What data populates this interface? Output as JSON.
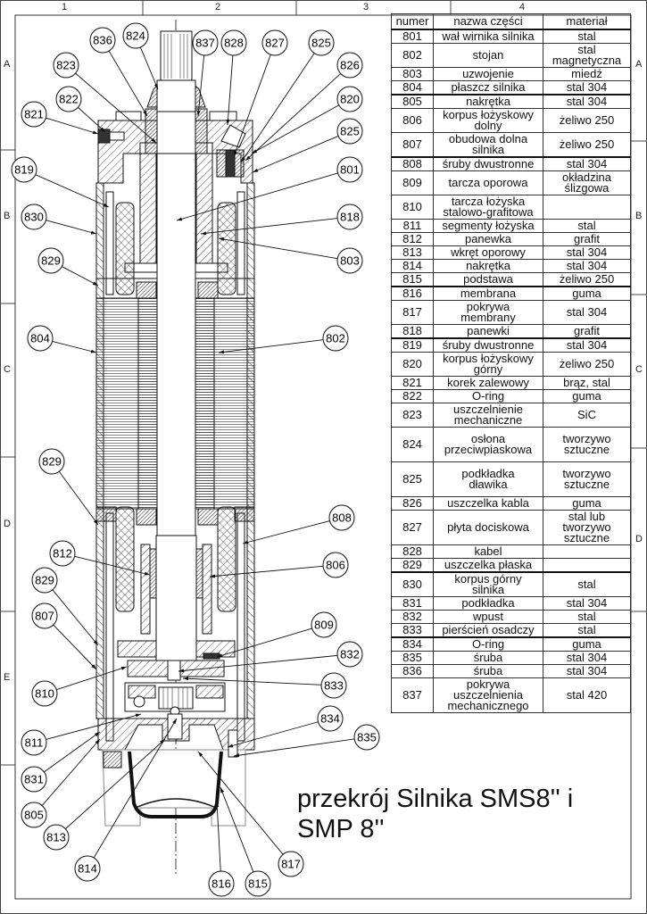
{
  "grid": {
    "columns": [
      "1",
      "2",
      "3",
      "4"
    ],
    "rows": [
      "A",
      "B",
      "C",
      "D",
      "E"
    ]
  },
  "table": {
    "headers": {
      "number": "numer",
      "name": "nazwa części",
      "material": "materiał"
    },
    "rows": [
      {
        "num": "801",
        "name": "wał wirnika silnika",
        "material": "stal"
      },
      {
        "num": "802",
        "name": "stojan",
        "material": "stal\nmagnetyczna"
      },
      {
        "num": "803",
        "name": "uzwojenie",
        "material": "miedź"
      },
      {
        "num": "804",
        "name": "płaszcz silnika",
        "material": "stal 304"
      },
      {
        "num": "805",
        "name": "nakrętka",
        "material": "stal 304"
      },
      {
        "num": "806",
        "name": "korpus łożyskowy\ndolny",
        "material": "żeliwo 250"
      },
      {
        "num": "807",
        "name": "obudowa dolna\nsilnika",
        "material": "żeliwo 250"
      },
      {
        "num": "808",
        "name": "śruby dwustronne",
        "material": "stal 304"
      },
      {
        "num": "809",
        "name": "tarcza oporowa",
        "material": "okładzina\nślizgowa"
      },
      {
        "num": "810",
        "name": "tarcza łożyska\nstalowo-grafitowa",
        "material": ""
      },
      {
        "num": "811",
        "name": "segmenty łożyska",
        "material": "stal"
      },
      {
        "num": "812",
        "name": "panewka",
        "material": "grafit"
      },
      {
        "num": "813",
        "name": "wkręt oporowy",
        "material": "stal 304"
      },
      {
        "num": "814",
        "name": "nakrętka",
        "material": "stal 304"
      },
      {
        "num": "815",
        "name": "podstawa",
        "material": "żeliwo 250"
      },
      {
        "num": "816",
        "name": "membrana",
        "material": "guma"
      },
      {
        "num": "817",
        "name": "pokrywa\nmembrany",
        "material": "stal 304"
      },
      {
        "num": "818",
        "name": "panewki",
        "material": "grafit"
      },
      {
        "num": "819",
        "name": "śruby dwustronne",
        "material": "stal 304"
      },
      {
        "num": "820",
        "name": "korpus łożyskowy\ngórny",
        "material": "żeliwo 250"
      },
      {
        "num": "821",
        "name": "korek zalewowy",
        "material": "brąz, stal"
      },
      {
        "num": "822",
        "name": "O-ring",
        "material": "guma"
      },
      {
        "num": "823",
        "name": "uszczelnienie\nmechaniczne",
        "material": "SiC"
      },
      {
        "num": "824",
        "name": "osłona\nprzeciwpiaskowa",
        "material": "tworzywo\nsztuczne"
      },
      {
        "num": "825",
        "name": "podkładka\ndławika",
        "material": "tworzywo\nsztuczne"
      },
      {
        "num": "826",
        "name": "uszczelka kabla",
        "material": "guma"
      },
      {
        "num": "827",
        "name": "płyta dociskowa",
        "material": "stal lub\ntworzywo\nsztuczne"
      },
      {
        "num": "828",
        "name": "kabel",
        "material": ""
      },
      {
        "num": "829",
        "name": "uszczelka płaska",
        "material": ""
      },
      {
        "num": "830",
        "name": "korpus górny\nsilnika",
        "material": "stal"
      },
      {
        "num": "831",
        "name": "podkładka",
        "material": "stal 304"
      },
      {
        "num": "832",
        "name": "wpust",
        "material": "stal"
      },
      {
        "num": "833",
        "name": "pierścień osadczy",
        "material": "stal"
      },
      {
        "num": "834",
        "name": "O-ring",
        "material": "guma"
      },
      {
        "num": "835",
        "name": "śruba",
        "material": "stal 304"
      },
      {
        "num": "836",
        "name": "śruba",
        "material": "stal 304"
      },
      {
        "num": "837",
        "name": "pokrywa\nuszczelnienia\nmechanicznego",
        "material": "stal 420"
      }
    ]
  },
  "callouts": [
    "836",
    "824",
    "837",
    "828",
    "827",
    "825",
    "823",
    "826",
    "822",
    "820",
    "821",
    "825",
    "819",
    "801",
    "830",
    "818",
    "829",
    "803",
    "804",
    "802",
    "829",
    "808",
    "812",
    "806",
    "829",
    "807",
    "809",
    "832",
    "810",
    "833",
    "834",
    "835",
    "811",
    "831",
    "805",
    "813",
    "814",
    "817",
    "816",
    "815"
  ],
  "title": "przekrój Silnika SMS8'' i\nSMP 8''"
}
